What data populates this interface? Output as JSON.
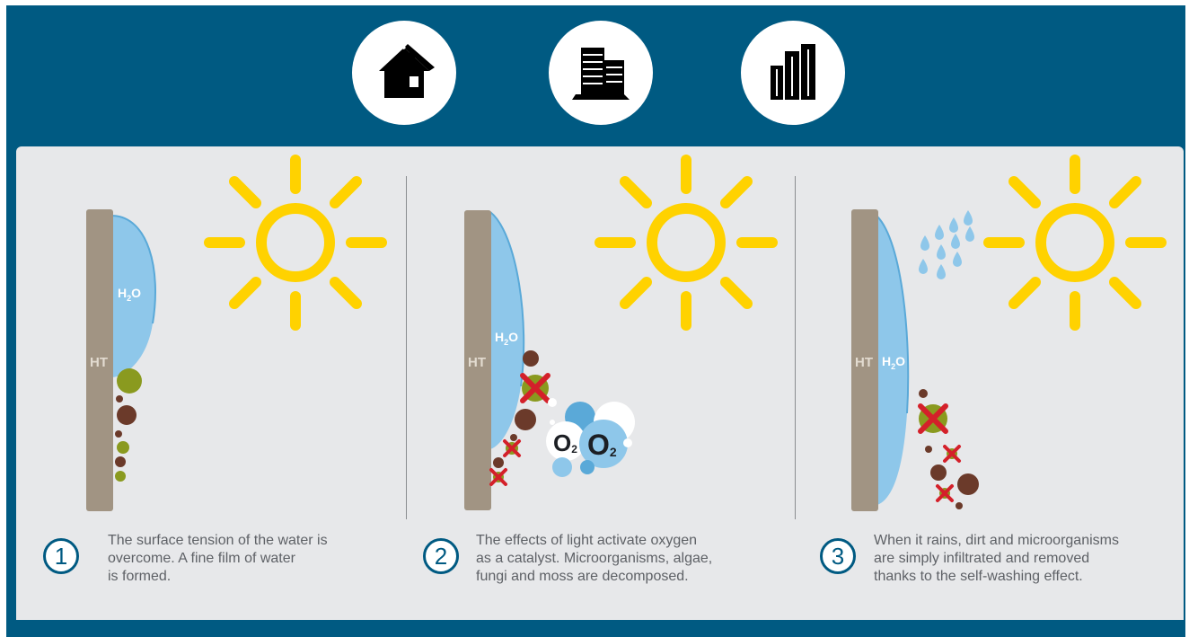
{
  "header": {
    "icons": [
      "house-icon",
      "office-building-icon",
      "skyscraper-icon"
    ]
  },
  "labels": {
    "wall": "HT",
    "water": "H",
    "water_sub": "2",
    "water_end": "O",
    "oxygen": "O",
    "oxygen_sub": "2"
  },
  "steps": [
    {
      "number": "1",
      "lines": [
        "The surface tension of the water is",
        "overcome. A fine film of water",
        "is formed."
      ]
    },
    {
      "number": "2",
      "lines": [
        "The effects of light activate oxygen",
        "as a catalyst. Microorganisms, algae,",
        "fungi and moss are decomposed."
      ]
    },
    {
      "number": "3",
      "lines": [
        "When it rains, dirt and microorganisms",
        "are simply infiltrated and removed",
        "thanks to the self-washing effect."
      ]
    }
  ],
  "colors": {
    "brand_blue": "#005a82",
    "panel": "#e7e8ea",
    "wall": "#a19483",
    "water": "#8ec7ea",
    "sun": "#ffd200",
    "dirt": "#6b3a2a",
    "algae": "#8a9a1f",
    "cross": "#d4202a"
  }
}
